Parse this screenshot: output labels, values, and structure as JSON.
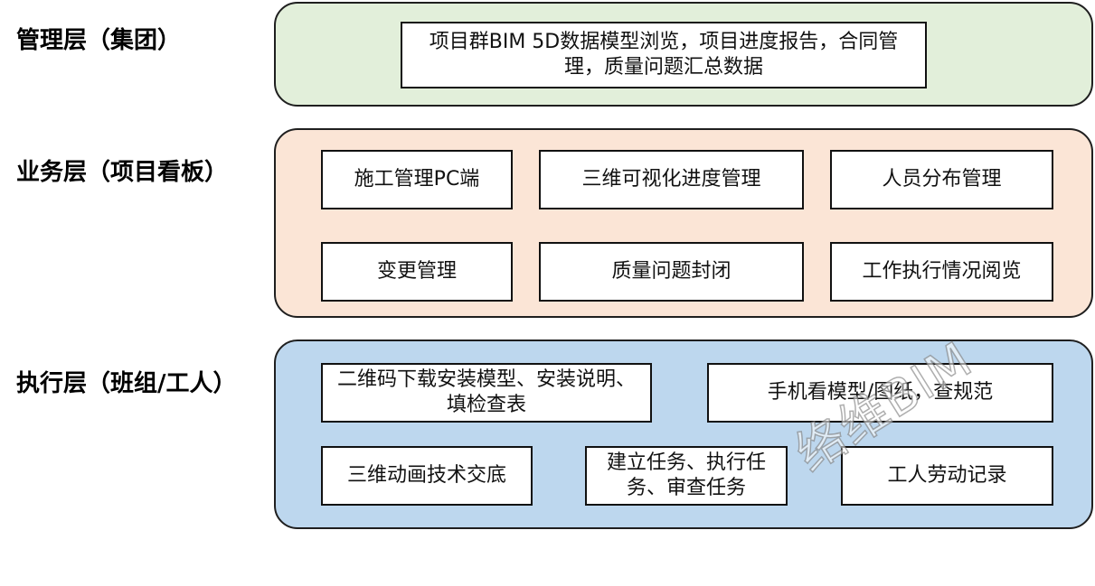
{
  "layers": {
    "management": {
      "label": "管理层（集团）",
      "color": "#e2efda",
      "items": [
        "项目群BIM 5D数据模型浏览，项目进度报告，合同管理，质量问题汇总数据"
      ]
    },
    "business": {
      "label": "业务层（项目看板）",
      "color": "#fbe5d6",
      "items": [
        "施工管理PC端",
        "三维可视化进度管理",
        "人员分布管理",
        "变更管理",
        "质量问题封闭",
        "工作执行情况阅览"
      ]
    },
    "execution": {
      "label": "执行层（班组/工人）",
      "color": "#bdd7ee",
      "items": [
        "二维码下载安装模型、安装说明、填检查表",
        "手机看模型/图纸，查规范",
        "三维动画技术交底",
        "建立任务、执行任务、审查任务",
        "工人劳动记录"
      ]
    }
  },
  "watermark": "络维BIM"
}
